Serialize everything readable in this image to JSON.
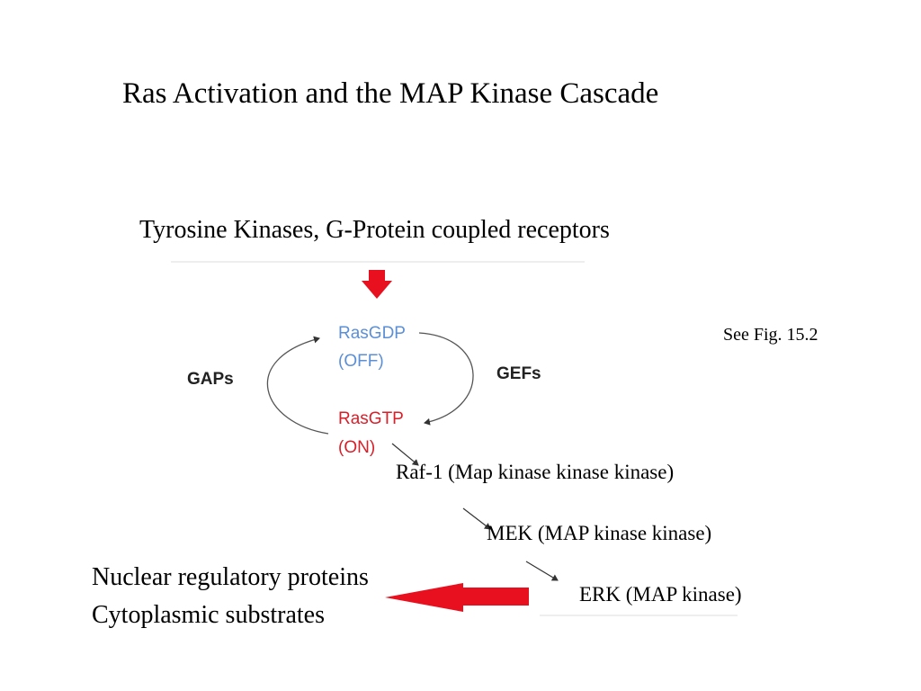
{
  "title": "Ras Activation and the MAP Kinase Cascade",
  "receptors": "Tyrosine Kinases, G-Protein coupled receptors",
  "reference": "See Fig. 15.2",
  "cycle": {
    "off_name": "RasGDP",
    "off_state": "(OFF)",
    "on_name": "RasGTP",
    "on_state": "(ON)",
    "left_label": "GAPs",
    "right_label": "GEFs"
  },
  "cascade": {
    "raf": "Raf-1 (Map kinase kinase kinase)",
    "mek": "MEK (MAP kinase kinase)",
    "erk": "ERK (MAP kinase)"
  },
  "targets": {
    "nuclear": "Nuclear regulatory proteins",
    "cytoplasmic": "Cytoplasmic substrates"
  },
  "colors": {
    "arrow_red": "#e8101e",
    "off_blue": "#5b8fd6",
    "on_red": "#d81f2a",
    "line_gray": "#555555"
  }
}
